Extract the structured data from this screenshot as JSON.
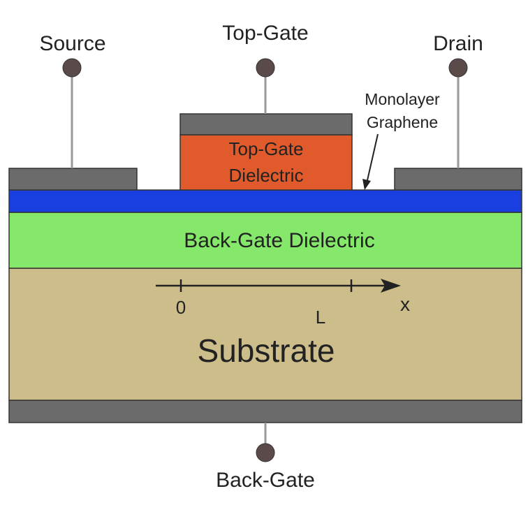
{
  "labels": {
    "source": "Source",
    "top_gate": "Top-Gate",
    "drain": "Drain",
    "graphene_line1": "Monolayer",
    "graphene_line2": "Graphene",
    "top_gate_dielectric_line1": "Top-Gate",
    "top_gate_dielectric_line2": "Dielectric",
    "back_gate_dielectric": "Back-Gate Dielectric",
    "axis_origin": "0",
    "axis_length": "L",
    "axis_variable": "x",
    "substrate": "Substrate",
    "back_gate": "Back-Gate"
  },
  "colors": {
    "metal_contact": "#6b6b6b",
    "terminal": "#5a4a4a",
    "top_gate_dielectric": "#e05a2b",
    "graphene": "#1a3fe0",
    "back_gate_dielectric": "#86e86a",
    "substrate": "#cdbd8a",
    "outline": "#333333",
    "wire": "#9a9a9a"
  }
}
